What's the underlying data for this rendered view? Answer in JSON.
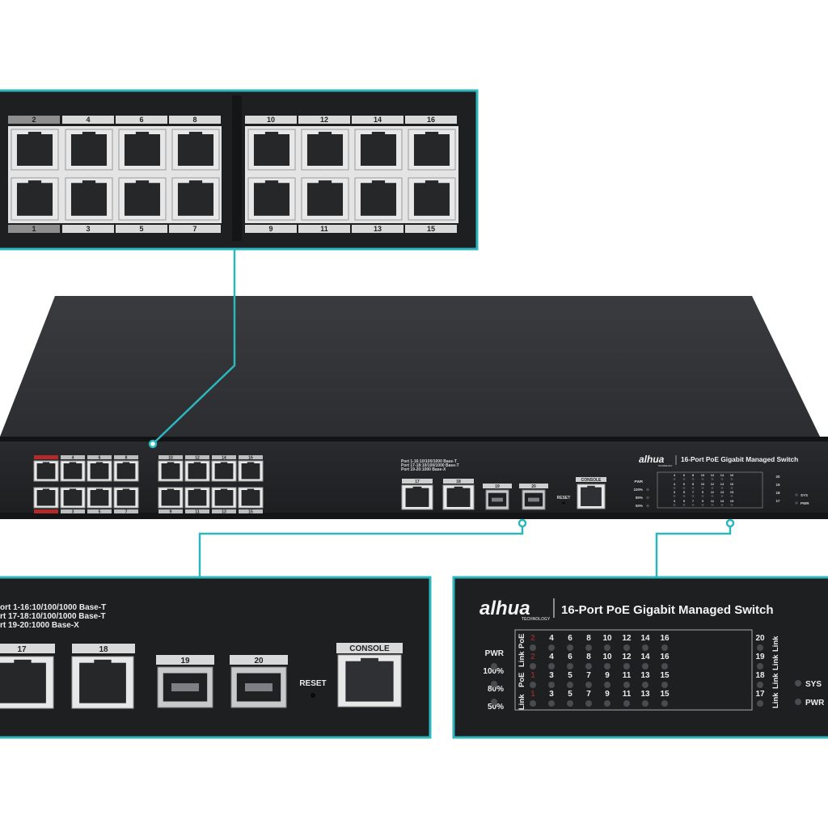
{
  "colors": {
    "accent": "#2bb7bd",
    "chassis": "#2a2b2e",
    "panel": "#1b1c1e",
    "label_bar": "#d9d9d9",
    "red_bar": "#b22a2a"
  },
  "main_ports": {
    "top": [
      "2",
      "4",
      "6",
      "8",
      "10",
      "12",
      "14",
      "16"
    ],
    "bottom": [
      "1",
      "3",
      "5",
      "7",
      "9",
      "11",
      "13",
      "15"
    ]
  },
  "port_spec": [
    "Port 1-16:10/100/1000 Base-T",
    "Port 17-18:10/100/1000 Base-T",
    "Port 19-20:1000 Base-X"
  ],
  "zoom_spec": [
    "ort 1-16:10/100/1000 Base-T",
    "rt 17-18:10/100/1000 Base-T",
    "rt 19-20:1000 Base-X"
  ],
  "uplinks": {
    "rj45": [
      "17",
      "18"
    ],
    "sfp": [
      "19",
      "20"
    ],
    "reset": "RESET",
    "console": "CONSOLE"
  },
  "brand": {
    "logo": "alhua",
    "logo_sub": "TECHNOLOGY",
    "model": "16-Port PoE Gigabit Managed Switch"
  },
  "leds": {
    "power_levels": [
      "PWR",
      "100%",
      "80%",
      "50%"
    ],
    "row_labels": [
      "Link",
      "PoE",
      "Link",
      "PoE"
    ],
    "right_labels": [
      "Link",
      "Link",
      "Link",
      "Link"
    ],
    "even_ports": [
      "2",
      "4",
      "6",
      "8",
      "10",
      "12",
      "14",
      "16"
    ],
    "odd_ports": [
      "1",
      "3",
      "5",
      "7",
      "9",
      "11",
      "13",
      "15"
    ],
    "uplink_ports": [
      "20",
      "19",
      "18",
      "17"
    ],
    "status": [
      "SYS",
      "PWR"
    ]
  }
}
